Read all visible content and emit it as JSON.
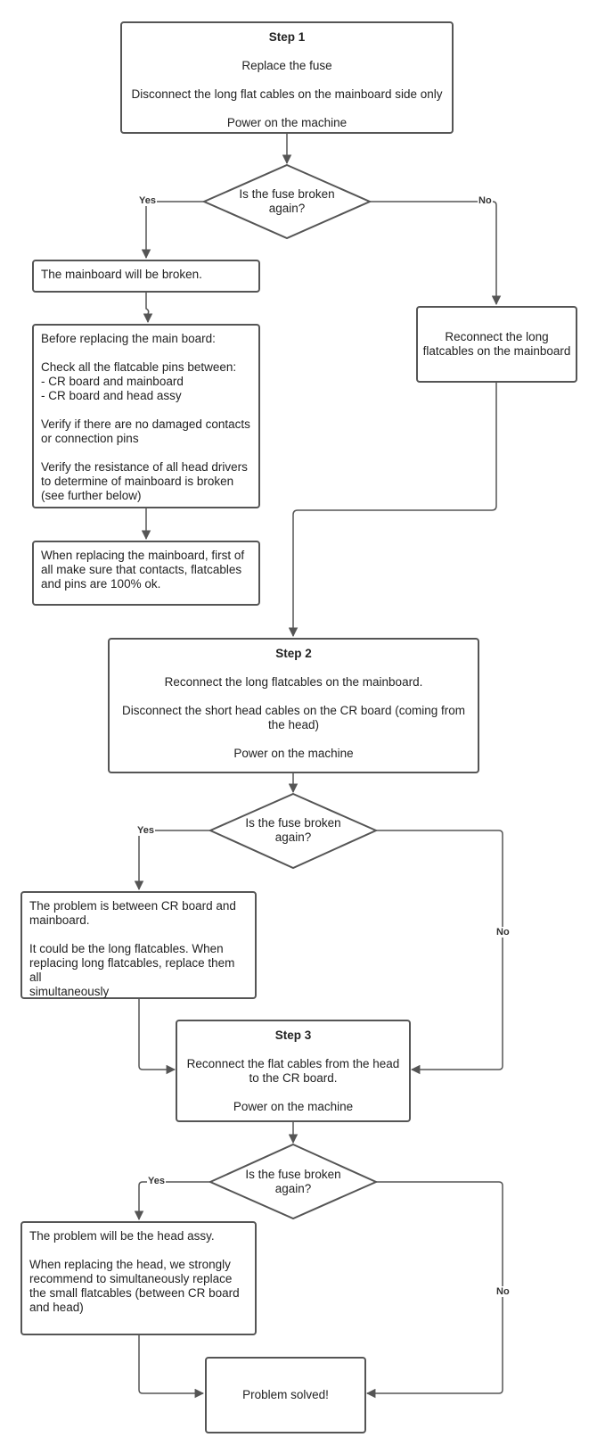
{
  "colors": {
    "stroke": "#555555",
    "text": "#222222",
    "background": "#ffffff"
  },
  "step1": {
    "title": "Step 1",
    "lines": [
      "Replace the fuse",
      "Disconnect the long flat cables on the mainboard side only",
      "Power on the machine"
    ]
  },
  "decision1": {
    "lines": [
      "Is the fuse broken",
      "again?"
    ],
    "yes": "Yes",
    "no": "No"
  },
  "mainboard_broken": {
    "text": "The mainboard will be broken."
  },
  "before_replacing": {
    "lines": [
      "Before replacing the main board:",
      "",
      "Check all the flatcable pins between:",
      "- CR board and mainboard",
      "- CR board and head assy",
      "",
      "Verify if there are no damaged contacts",
      "or connection pins",
      "",
      "Verify the resistance of all head drivers",
      "to determine of mainboard is broken",
      "(see further below)"
    ]
  },
  "when_replacing": {
    "lines": [
      "When replacing the mainboard, first of",
      "all make sure that contacts, flatcables",
      "and pins are 100% ok."
    ]
  },
  "reconnect_long": {
    "lines": [
      "Reconnect the long",
      "flatcables on the mainboard"
    ]
  },
  "step2": {
    "title": "Step 2",
    "blocks": [
      [
        "Reconnect the long flatcables on the mainboard."
      ],
      [
        "Disconnect the short head cables on the CR board (coming from",
        "the head)"
      ],
      [
        "Power on the machine"
      ]
    ]
  },
  "decision2": {
    "lines": [
      "Is the fuse broken",
      "again?"
    ],
    "yes": "Yes",
    "no": "No"
  },
  "problem_cr": {
    "lines": [
      "The problem is between CR board and",
      "mainboard.",
      "",
      "It could be the long flatcables. When",
      "replacing long flatcables, replace them all",
      "simultaneously"
    ]
  },
  "step3": {
    "title": "Step 3",
    "blocks": [
      [
        "Reconnect the flat cables from the head",
        "to the CR board."
      ],
      [
        "Power on the machine"
      ]
    ]
  },
  "decision3": {
    "lines": [
      "Is the fuse broken",
      "again?"
    ],
    "yes": "Yes",
    "no": "No"
  },
  "problem_head": {
    "lines": [
      "The problem will be the head assy.",
      "",
      "When replacing the head, we strongly",
      "recommend to simultaneously replace",
      "the small flatcables (between CR board",
      "and head)"
    ]
  },
  "solved": {
    "text": "Problem solved!"
  }
}
